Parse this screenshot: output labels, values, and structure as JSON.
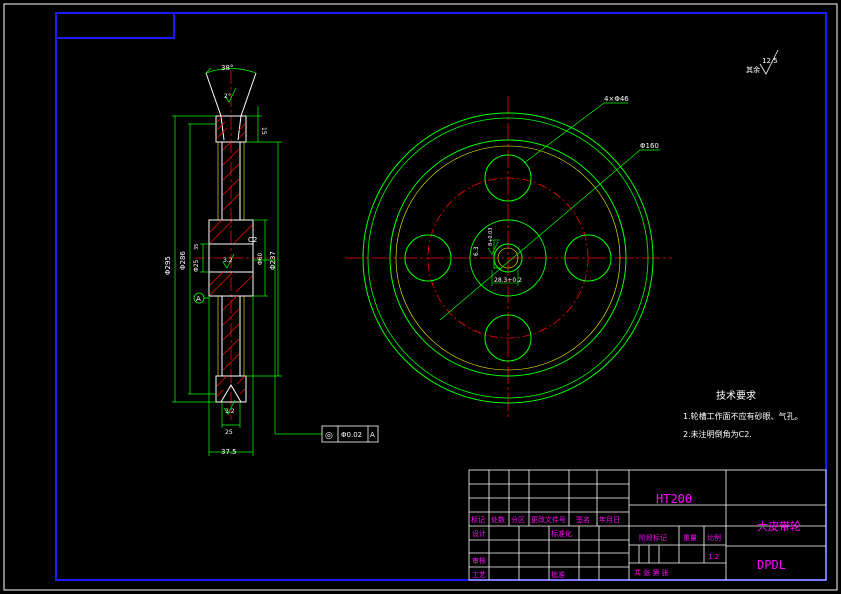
{
  "colors": {
    "frame": "#1a1aff",
    "outline": "#ffffff",
    "green": "#00ff00",
    "red": "#ff0000",
    "cyan": "#00ffff",
    "yellow": "#ffff00",
    "magenta": "#ff00ff",
    "hatch": "#ff0000"
  },
  "side_view": {
    "groove_angle": "38°",
    "angle_small": "2°",
    "dim_15": "15",
    "dim_c2": "C2",
    "dim_295": "Φ295",
    "dim_286": "Φ286",
    "dim_25v": "Φ25",
    "dim_35": "35",
    "dim_60": "Φ60",
    "dim_237": "Φ237",
    "dim_32": "3.2",
    "dim_32b": "3.2",
    "dim_25h": "25",
    "dim_375": "37.5",
    "datum": "A",
    "tolerance_sym": "◎",
    "tolerance_val": "Φ0.02",
    "tolerance_ref": "A"
  },
  "front_view": {
    "holes": "4×Φ46",
    "dim_160": "Φ160",
    "dim_63": "6.3",
    "dim_8": "8+0.03",
    "dim_283": "28.3+0.2",
    "roughness": "其余",
    "roughness_val": "12.5"
  },
  "notes": {
    "title": "技术要求",
    "lines": [
      "1.轮槽工作面不应有砂眼、气孔。",
      "2.未注明倒角为C2."
    ]
  },
  "title_block": {
    "material": "HT200",
    "part_name": "大皮带轮",
    "drawing_no": "DPDL",
    "scale": "1:2",
    "row_labels": [
      "标记",
      "处数",
      "分区",
      "更改文件号",
      "签名",
      "年月日"
    ],
    "design": "设计",
    "standard": "标准化",
    "stage": "阶段标记",
    "weight": "重量",
    "scale_label": "比例",
    "review": "审核",
    "process": "工艺",
    "approve": "批准",
    "sheets": "共  张  第  张"
  }
}
